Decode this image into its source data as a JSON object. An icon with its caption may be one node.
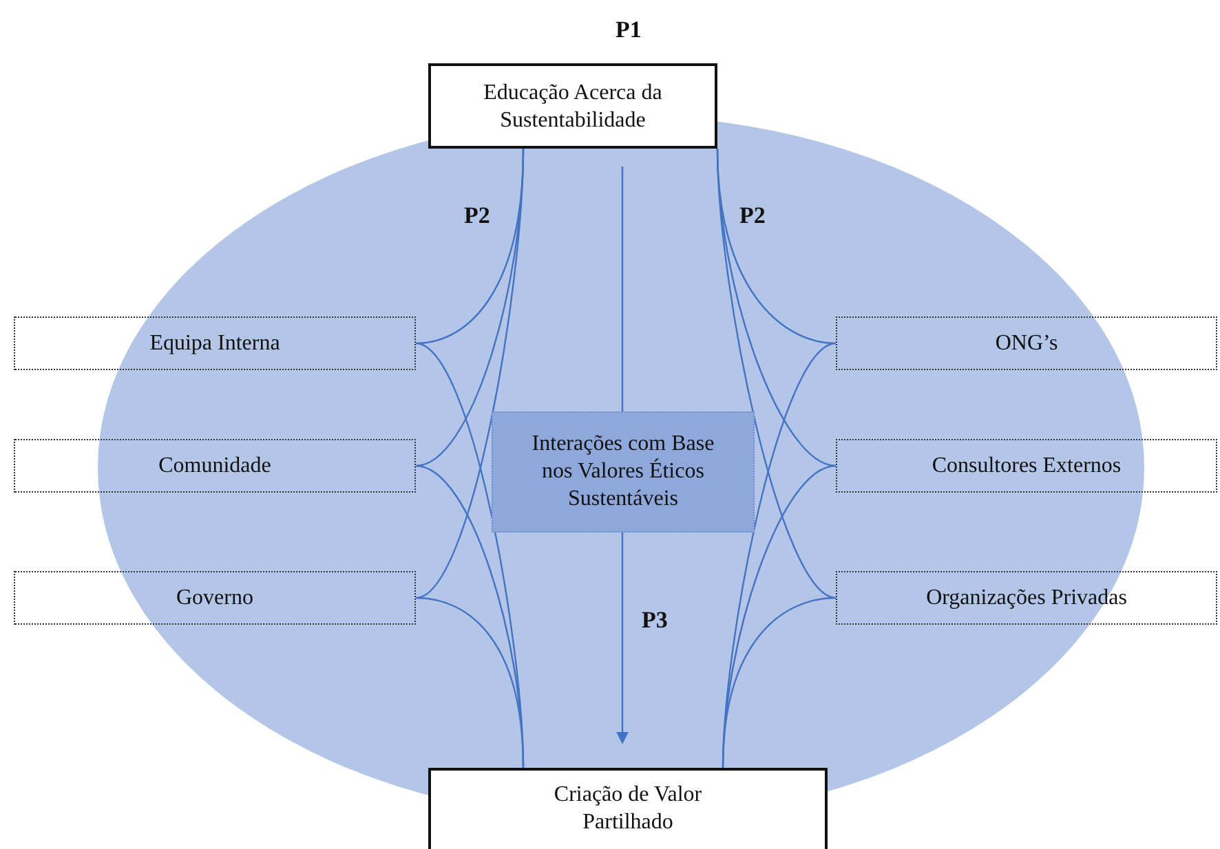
{
  "diagram": {
    "nodes": [
      {
        "text": [
          "Educação Acerca da Sustentabilidade"
        ]
      },
      {
        "text": [
          "Equipa Interna"
        ]
      },
      {
        "text": [
          "Comunidade"
        ]
      },
      {
        "text": [
          "Governo"
        ]
      },
      {
        "text": [
          "Interações com Base nos Valores Éticos Sustentáveis"
        ]
      },
      {
        "text": [
          "ONG’s"
        ]
      },
      {
        "text": [
          "Consultores Externos"
        ]
      },
      {
        "text": [
          "Organizações Privadas"
        ]
      },
      {
        "text": [
          "Criação de Valor Partilhado"
        ]
      }
    ],
    "edges": [
      {
        "from": 1,
        "to": 0,
        "arrow": "none"
      },
      {
        "from": 2,
        "to": 0,
        "arrow": "none"
      },
      {
        "from": 3,
        "to": 0,
        "arrow": "none"
      },
      {
        "from": 5,
        "to": 0,
        "arrow": "none"
      },
      {
        "from": 6,
        "to": 0,
        "arrow": "none"
      },
      {
        "from": 7,
        "to": 0,
        "arrow": "none"
      },
      {
        "from": 1,
        "to": 8,
        "arrow": "none"
      },
      {
        "from": 2,
        "to": 8,
        "arrow": "none"
      },
      {
        "from": 3,
        "to": 8,
        "arrow": "none"
      },
      {
        "from": 5,
        "to": 8,
        "arrow": "none"
      },
      {
        "from": 6,
        "to": 8,
        "arrow": "none"
      },
      {
        "from": 7,
        "to": 8,
        "arrow": "none"
      },
      {
        "from": 0,
        "to": 4,
        "arrow": "none"
      },
      {
        "from": 4,
        "to": 8,
        "arrow": "to"
      }
    ],
    "labels": [
      "P1",
      "P2",
      "P2",
      "P3"
    ]
  }
}
